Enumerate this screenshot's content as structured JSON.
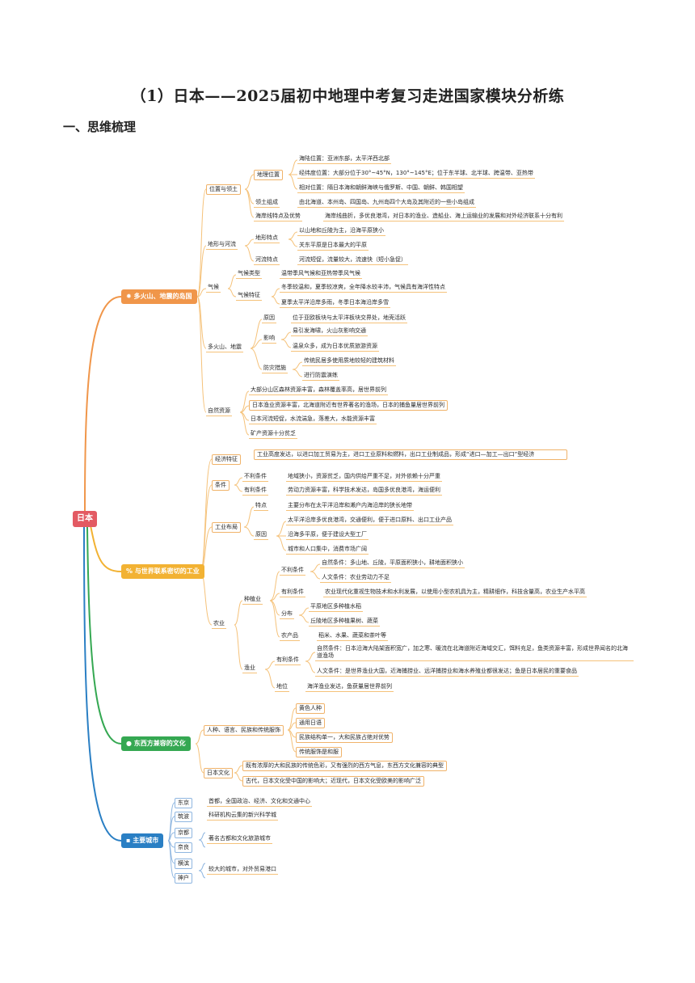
{
  "title": "（1）日本——2025届初中地理中考复习走进国家模块分析练",
  "section": "一、思维梳理",
  "colors": {
    "root": "#e35a63",
    "b1": "#f0964a",
    "b2": "#f2b233",
    "b3": "#35a852",
    "b4": "#2a7fc4"
  },
  "root": "日本",
  "b1": {
    "label": "多火山、地震的岛国",
    "weizhi": "位置与领土",
    "dili_weizhi": "地理位置",
    "hailu": "海陆位置：亚洲东部，太平洋西北部",
    "jingwei": "经纬度位置：大部分位于30°~45°N，130°~145°E；位于东半球、北半球、跨温带、亚热带",
    "xiangdui": "相对位置：隔日本海和朝鲜海峡与俄罗斯、中国、朝鲜、韩国相望",
    "lingtu": "领土组成",
    "lingtu_v": "由北海道、本州岛、四国岛、九州岛四个大岛及其附近的一些小岛组成",
    "haian": "海岸线特点及优势",
    "haian_v": "海岸线曲折，多优良港湾，对日本的渔业、造船业、海上运输业的发展和对外经济联系十分有利",
    "dixing_heliu": "地形与河流",
    "dixing": "地形特点",
    "dixing_1": "以山地和丘陵为主，沿海平原狭小",
    "dixing_2": "关东平原是日本最大的平原",
    "heliu": "河流特点",
    "heliu_v": "河流短促，流量较大，流速快（短小急促）",
    "qihou": "气候",
    "qihou_lx": "气候类型",
    "qihou_lx_v": "温带季风气候和亚热带季风气候",
    "qihou_tz": "气候特征",
    "qihou_tz_1": "冬季较温和，夏季较凉爽，全年降水较丰沛，气候具有海洋性特点",
    "qihou_tz_2": "夏季太平洋沿岸多雨，冬季日本海沿岸多雪",
    "huoshan": "多火山、地震",
    "yuanyin": "原因",
    "yuanyin_v": "位于亚欧板块与太平洋板块交界处，地壳活跃",
    "yingxiang": "影响",
    "yingxiang_1": "易引发海啸，火山灰影响交通",
    "yingxiang_2": "温泉众多，成为日本优质旅游资源",
    "fangzai": "防灾措施",
    "fangzai_1": "传统民居多使用质地较轻的建筑材料",
    "fangzai_2": "进行防震演练",
    "ziran": "自然资源",
    "ziran_1": "大部分山区森林资源丰富，森林覆盖率高，居世界前列",
    "ziran_2": "日本渔业资源丰富，北海道附近有世界著名的渔场，日本的捕鱼量居世界前列",
    "ziran_3": "日本河流短促，水流湍急，落差大，水能资源丰富",
    "ziran_4": "矿产资源十分贫乏"
  },
  "b2": {
    "label": "与世界联系密切的工业",
    "jingji": "经济特征",
    "jingji_v": "工业高度发达，以进口加工贸易为主，进口工业原料和燃料，出口工业制成品，形成“进口—加工—出口”型经济",
    "tiaojian": "条件",
    "buli": "不利条件",
    "buli_v": "地域狭小，资源贫乏，国内供给严重不足，对外依赖十分严重",
    "youli": "有利条件",
    "youli_v": "劳动力资源丰富，科学技术发达，岛国多优良港湾，海运便利",
    "buju": "工业布局",
    "tedian": "特点",
    "tedian_v": "主要分布在太平洋沿岸和濑户内海沿岸的狭长地带",
    "buju_yy": "原因",
    "buju_yy_1": "太平洋沿岸多优良港湾，交通便利，便于进口原料、出口工业产品",
    "buju_yy_2": "沿海多平原，便于建设大型工厂",
    "buju_yy_3": "城市和人口集中，消费市场广阔",
    "nongye": "农业",
    "zhongzhi": "种植业",
    "zz_buli": "不利条件",
    "zz_buli_1": "自然条件：多山地、丘陵，平原面积狭小，耕地面积狭小",
    "zz_buli_2": "人文条件：农业劳动力不足",
    "zz_youli": "有利条件",
    "zz_youli_v": "农业现代化重视生物技术和水利发展，以使用小型农机具为主，精耕细作，科技含量高，农业生产水平高",
    "fenbu": "分布",
    "fenbu_1": "平原地区多种植水稻",
    "fenbu_2": "丘陵地区多种植果树、蔬菜",
    "nongchanpin": "农产品",
    "nongchanpin_v": "稻米、水果、蔬菜和茶叶等",
    "yuye": "渔业",
    "yy_youli": "有利条件",
    "yy_youli_1": "自然条件：日本沿海大陆架面积宽广，加之寒、暖流在北海道附近海域交汇，饵料充足，鱼类资源丰富，形成世界闻名的北海道渔场",
    "yy_youli_2": "人文条件：是世界渔业大国，近海捕捞业、远洋捕捞业和海水养殖业都很发达；鱼是日本居民的重要食品",
    "diwei": "地位",
    "diwei_v": "海洋渔业发达，鱼获量居世界前列"
  },
  "b3": {
    "label": "东西方兼容的文化",
    "renzhong": "人种、语言、民族和传统服饰",
    "r1": "黄色人种",
    "r2": "通用日语",
    "r3": "民族结构单一，大和民族占绝对优势",
    "r4": "传统服饰是和服",
    "wenhua": "日本文化",
    "w1": "既有浓厚的大和民族的传统色彩，又有强烈的西方气息，东西方文化兼容的典型",
    "w2": "古代，日本文化受中国的影响大；近现代，日本文化受欧美的影响广泛"
  },
  "b4": {
    "label": "主要城市",
    "dongjing": "东京",
    "dongjing_v": "首都，全国政治、经济、文化和交通中心",
    "zhubo": "筑波",
    "zhubo_v": "科研机构云集的新兴科学城",
    "jingdu": "京都",
    "nailiang": "奈良",
    "jn_v": "著名古都和文化旅游城市",
    "hengbin": "横滨",
    "shenhu": "神户",
    "hs_v": "较大的城市，对外贸易港口"
  }
}
